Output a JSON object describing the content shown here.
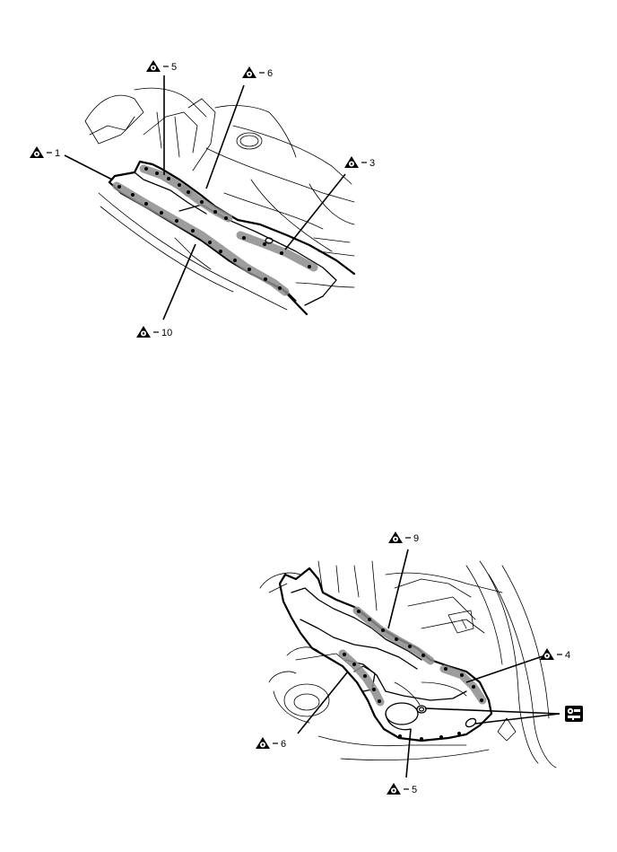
{
  "upper_view": {
    "callouts": [
      {
        "id": "callout-1",
        "number": "1"
      },
      {
        "id": "callout-5",
        "number": "5"
      },
      {
        "id": "callout-6",
        "number": "6"
      },
      {
        "id": "callout-3",
        "number": "3"
      },
      {
        "id": "callout-10",
        "number": "10"
      }
    ]
  },
  "lower_view": {
    "callouts": [
      {
        "id": "callout-9",
        "number": "9"
      },
      {
        "id": "callout-4",
        "number": "4"
      },
      {
        "id": "callout-6b",
        "number": "6"
      },
      {
        "id": "callout-5b",
        "number": "5"
      }
    ],
    "symbol_icon": "sealer-gun-icon"
  }
}
